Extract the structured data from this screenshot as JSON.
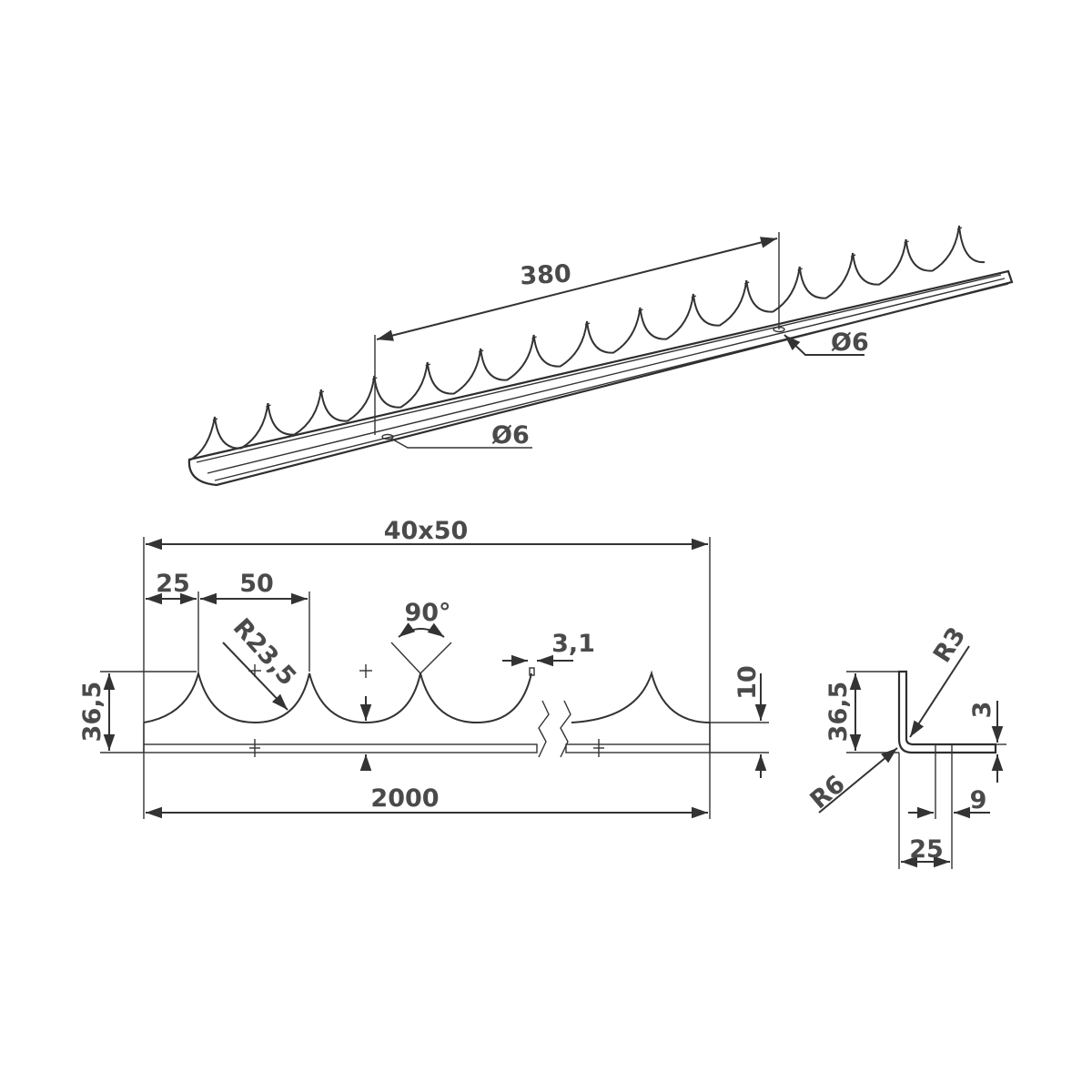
{
  "drawing": {
    "iso_view": {
      "pitch_label": "380",
      "hole_label_left": "Ø6",
      "hole_label_right": "Ø6"
    },
    "front_view": {
      "total_pitch_label": "40x50",
      "first_offset_label": "25",
      "pitch_label": "50",
      "radius_label": "R23,5",
      "angle_label": "90°",
      "tip_width_label": "3,1",
      "height_label": "36,5",
      "base_label": "10",
      "length_label": "2000"
    },
    "side_view": {
      "height_label": "36,5",
      "outer_radius_label": "R3",
      "inner_radius_label": "R6",
      "thickness_label": "3",
      "hole_offset_label": "9",
      "flange_label": "25"
    }
  }
}
